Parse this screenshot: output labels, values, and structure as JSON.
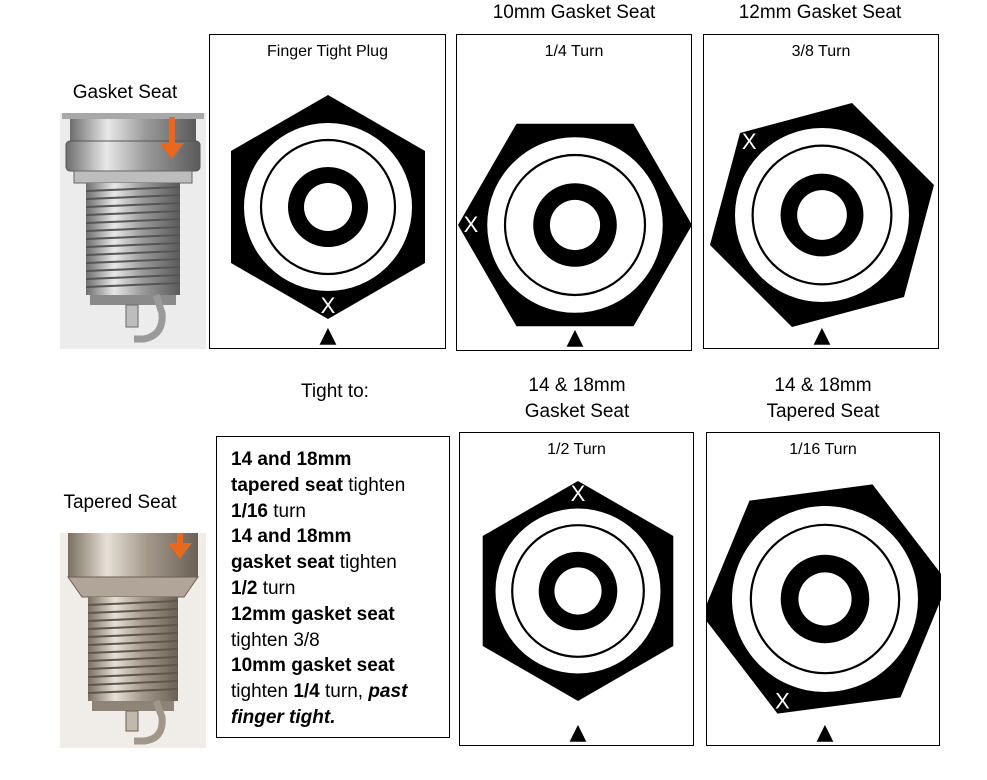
{
  "headers": {
    "gasket_seat": "Gasket Seat",
    "tapered_seat": "Tapered Seat",
    "tight_to": "Tight to:",
    "col_10mm_gasket": "10mm Gasket Seat",
    "col_12mm_gasket": "12mm Gasket Seat",
    "col_14_18_gasket_l1": "14 & 18mm",
    "col_14_18_gasket_l2": "Gasket Seat",
    "col_14_18_tapered_l1": "14 & 18mm",
    "col_14_18_tapered_l2": "Tapered Seat"
  },
  "panels": [
    {
      "id": "finger-tight",
      "label": "Finger Tight Plug",
      "rotation_deg": 0,
      "mark": "X"
    },
    {
      "id": "quarter-turn",
      "label": "1/4 Turn",
      "rotation_deg": 90,
      "mark": "X"
    },
    {
      "id": "three-eighths-turn",
      "label": "3/8 Turn",
      "rotation_deg": 135,
      "mark": "X"
    },
    {
      "id": "half-turn",
      "label": "1/2 Turn",
      "rotation_deg": 180,
      "mark": "X"
    },
    {
      "id": "sixteenth-turn",
      "label": "1/16 Turn",
      "rotation_deg": 22.5,
      "mark": "X"
    }
  ],
  "pointer_glyph": "▲",
  "instructions": {
    "l1": "14 and 18mm",
    "l2a": "tapered seat",
    "l2b": " tighten",
    "l3a": "1/16",
    "l3b": " turn",
    "l4": "14 and 18mm",
    "l5a": "gasket seat",
    "l5b": " tighten",
    "l6a": "1/2",
    "l6b": " turn",
    "l7": "12mm gasket seat",
    "l8": "tighten 3/8",
    "l9": "10mm gasket seat",
    "l10a": "tighten ",
    "l10b": "1/4",
    "l10c": " turn, ",
    "l10d": "past",
    "l11": "finger tight."
  },
  "colors": {
    "ink": "#000000",
    "paper": "#ffffff",
    "arrow": "#e8681e",
    "metal_light": "#d9d9d9",
    "metal_dark": "#7a7a7a"
  }
}
